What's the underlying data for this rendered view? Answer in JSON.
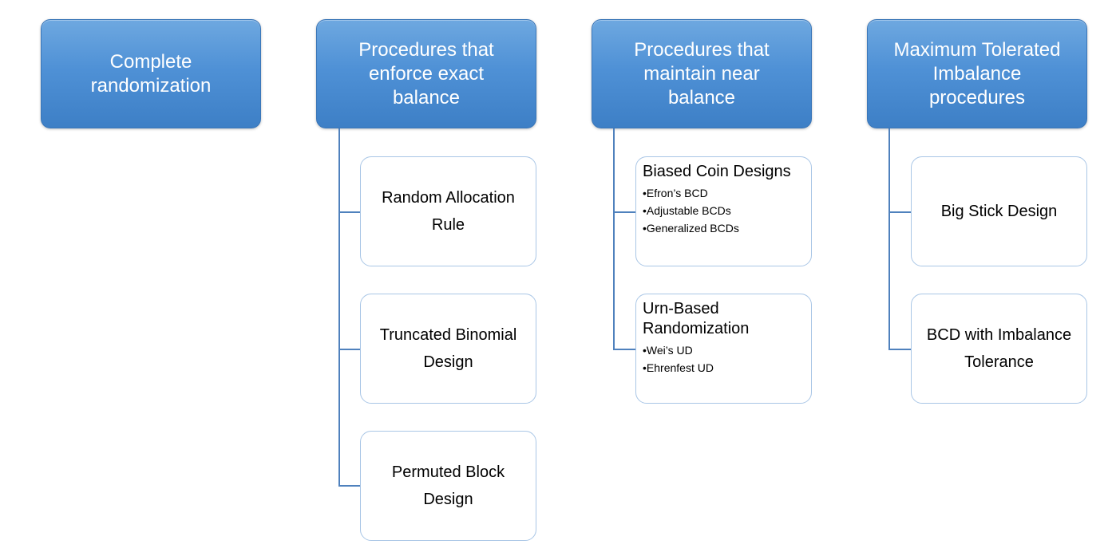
{
  "headers": [
    {
      "label": "Complete\nrandomization"
    },
    {
      "label": "Procedures that\nenforce exact\nbalance"
    },
    {
      "label": "Procedures that\nmaintain near\nbalance"
    },
    {
      "label": "Maximum Tolerated\nImbalance\nprocedures"
    }
  ],
  "exact_balance": {
    "children": [
      {
        "label": "Random Allocation\nRule"
      },
      {
        "label": "Truncated Binomial\nDesign"
      },
      {
        "label": "Permuted Block\nDesign"
      }
    ]
  },
  "near_balance": {
    "children": [
      {
        "title": "Biased Coin Designs",
        "items": [
          "Efron’s BCD",
          "Adjustable BCDs",
          "Generalized BCDs"
        ]
      },
      {
        "title": "Urn-Based\nRandomization",
        "items": [
          "Wei’s UD",
          "Ehrenfest UD"
        ]
      }
    ]
  },
  "max_tolerated": {
    "children": [
      {
        "label": "Big Stick Design"
      },
      {
        "label": "BCD with Imbalance\nTolerance"
      }
    ]
  },
  "colors": {
    "header_fill": "#4f91d6",
    "header_text": "#ffffff",
    "child_border": "#a9c6e6",
    "connector": "#4f81bd"
  }
}
